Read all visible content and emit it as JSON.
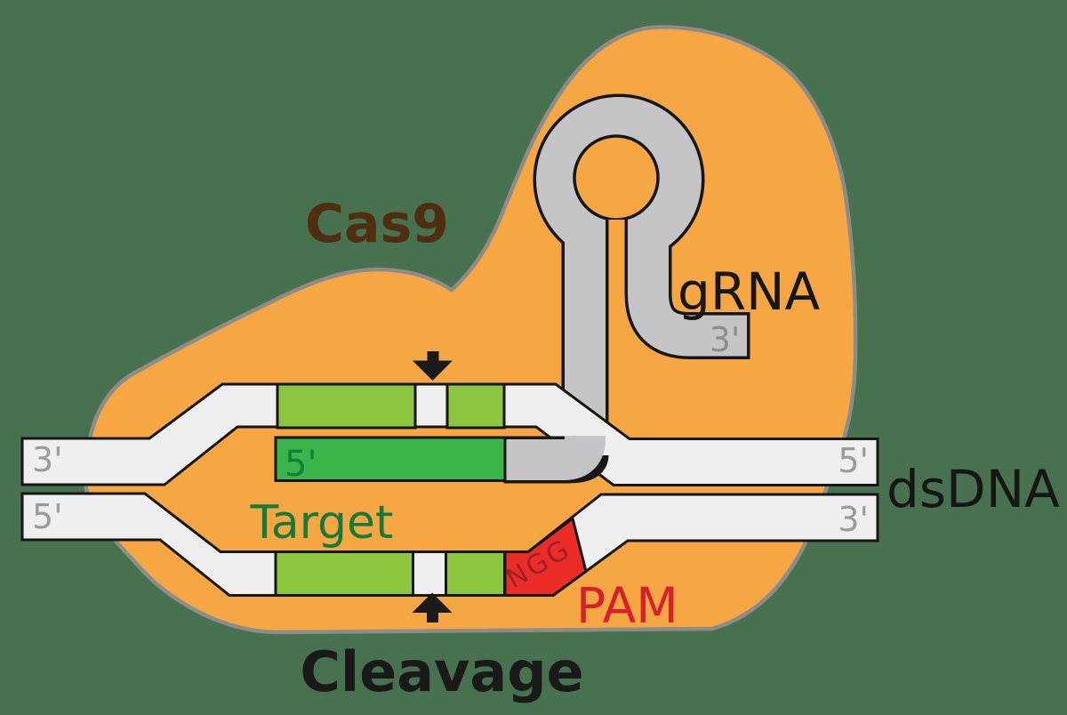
{
  "background_color": "#47714F",
  "colors": {
    "cas9_body": "#F7A644",
    "cas9_outline": "#8E8C89",
    "grna_gray": "#C5C5C7",
    "outline_black": "#161616",
    "dna_white": "#EFEFF0",
    "target_light_green": "#8CC63F",
    "guide_dark_green": "#3BB54A",
    "pam_red": "#EC2C27",
    "label_gray": "#9B9B9B",
    "grna_end_gray": "#8C8C8C",
    "cas9_text": "#4F2E11",
    "target_text": "#157B3D",
    "pam_text": "#D7202C",
    "ngg_text": "#9C2127",
    "text_black": "#1A1A1A"
  },
  "labels": {
    "cas9": "Cas9",
    "grna": "gRNA",
    "grna_end_3": "3'",
    "dsdna": "dsDNA",
    "top_strand_left_end": "3'",
    "bottom_strand_left_end": "5'",
    "top_strand_right_end": "5'",
    "bottom_strand_right_end": "3'",
    "guide_5": "5'",
    "target": "Target",
    "pam": "PAM",
    "pam_sequence": "NGG",
    "cleavage": "Cleavage"
  }
}
